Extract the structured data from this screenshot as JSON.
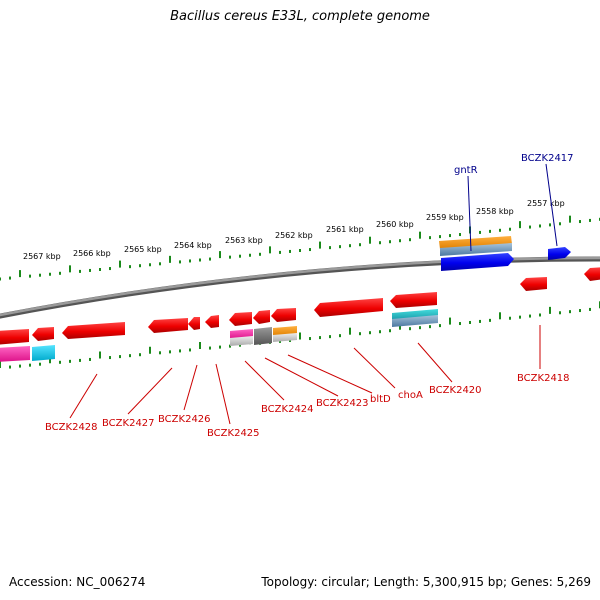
{
  "header": {
    "title": "Bacillus cereus E33L, complete genome"
  },
  "footer": {
    "accession": "Accession: NC_006274",
    "summary": "Topology: circular; Length: 5,300,915 bp; Genes: 5,269"
  },
  "colors": {
    "forward_gene": "#0000ee",
    "reverse_gene": "#ee0000",
    "backbone": "#808080",
    "ticks": "#1a8a1a",
    "forward_label": "#00008b",
    "reverse_label": "#cc0000",
    "cds_orange": "#ff9900",
    "cds_magenta": "#ff33aa",
    "cds_cyan": "#00ccee",
    "cds_gray": "#666666"
  },
  "scale": {
    "kbp_labels": [
      "2567 kbp",
      "2566 kbp",
      "2565 kbp",
      "2564 kbp",
      "2563 kbp",
      "2562 kbp",
      "2561 kbp",
      "2560 kbp",
      "2559 kbp",
      "2558 kbp",
      "2557 kbp"
    ]
  },
  "genes": {
    "forward": [
      {
        "label": "gntR"
      },
      {
        "label": "BCZK2417"
      }
    ],
    "reverse": [
      {
        "label": "BCZK2418"
      },
      {
        "label": "BCZK2420"
      },
      {
        "label": "choA"
      },
      {
        "label": "bltD"
      },
      {
        "label": "BCZK2423"
      },
      {
        "label": "BCZK2424"
      },
      {
        "label": "BCZK2425"
      },
      {
        "label": "BCZK2426"
      },
      {
        "label": "BCZK2427"
      },
      {
        "label": "BCZK2428"
      }
    ]
  }
}
